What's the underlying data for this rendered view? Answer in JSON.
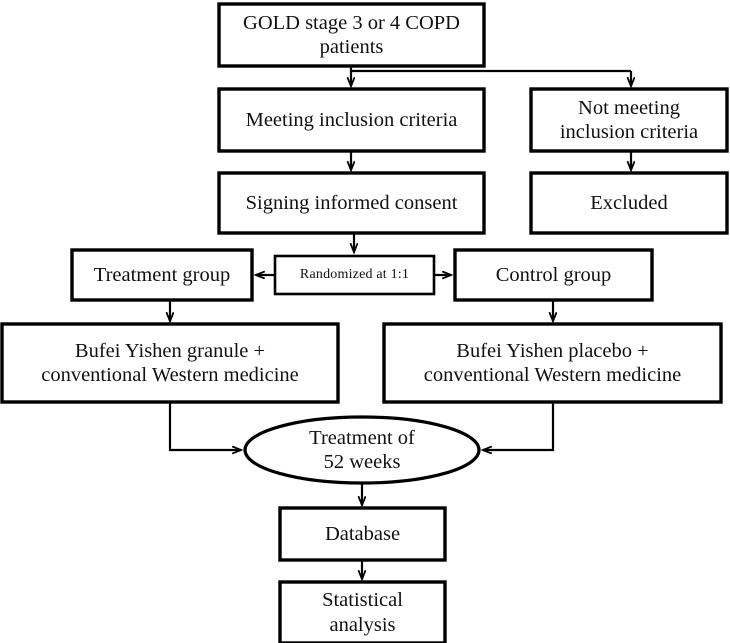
{
  "diagram": {
    "title": "COPD clinical trial flow chart",
    "stroke_color": "#000000",
    "fill_color": "#ffffff",
    "nodes": [
      {
        "id": "gold",
        "label": "GOLD stage 3 or 4 COPD\npatients",
        "shape": "rect"
      },
      {
        "id": "meeting",
        "label": "Meeting inclusion criteria",
        "shape": "rect"
      },
      {
        "id": "notmeeting",
        "label": "Not meeting\ninclusion criteria",
        "shape": "rect"
      },
      {
        "id": "consent",
        "label": "Signing informed consent",
        "shape": "rect"
      },
      {
        "id": "excluded",
        "label": "Excluded",
        "shape": "rect"
      },
      {
        "id": "treatgroup",
        "label": "Treatment group",
        "shape": "rect"
      },
      {
        "id": "randomized",
        "label": "Randomized  at 1:1",
        "shape": "rect"
      },
      {
        "id": "controlgroup",
        "label": "Control group",
        "shape": "rect"
      },
      {
        "id": "granule",
        "label": "Bufei Yishen granule +\nconventional Western medicine",
        "shape": "rect"
      },
      {
        "id": "placebo",
        "label": "Bufei Yishen placebo +\nconventional Western medicine",
        "shape": "rect"
      },
      {
        "id": "treatment52",
        "label": "Treatment of\n52 weeks",
        "shape": "ellipse"
      },
      {
        "id": "database",
        "label": "Database",
        "shape": "rect"
      },
      {
        "id": "statistical",
        "label": "Statistical\nanalysis",
        "shape": "rect"
      }
    ],
    "edges": [
      {
        "from": "gold",
        "to": "meeting",
        "arrow": "down"
      },
      {
        "from": "gold",
        "to": "notmeeting",
        "arrow": "down"
      },
      {
        "from": "meeting",
        "to": "consent",
        "arrow": "down"
      },
      {
        "from": "notmeeting",
        "to": "excluded",
        "arrow": "down"
      },
      {
        "from": "consent",
        "to": "randomized",
        "arrow": "down"
      },
      {
        "from": "randomized",
        "to": "treatgroup",
        "arrow": "left"
      },
      {
        "from": "randomized",
        "to": "controlgroup",
        "arrow": "right"
      },
      {
        "from": "treatgroup",
        "to": "granule",
        "arrow": "down"
      },
      {
        "from": "controlgroup",
        "to": "placebo",
        "arrow": "down"
      },
      {
        "from": "granule",
        "to": "treatment52",
        "arrow": "right"
      },
      {
        "from": "placebo",
        "to": "treatment52",
        "arrow": "left"
      },
      {
        "from": "treatment52",
        "to": "database",
        "arrow": "down"
      },
      {
        "from": "database",
        "to": "statistical",
        "arrow": "down"
      }
    ]
  }
}
